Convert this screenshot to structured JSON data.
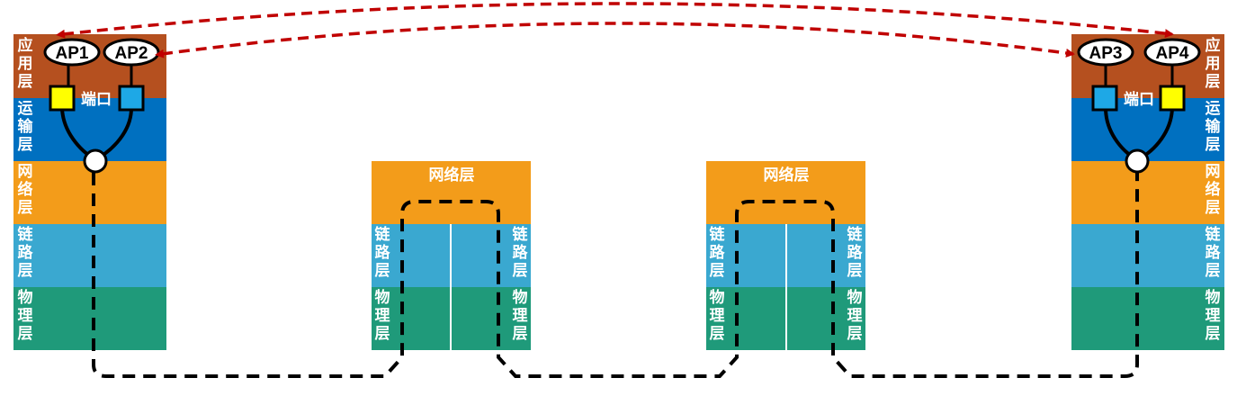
{
  "colors": {
    "application": "#b5501f",
    "transport": "#0070c0",
    "network": "#f39c1a",
    "link": "#3aa8d0",
    "physical": "#1f9a7a",
    "port_yellow": "#ffff00",
    "port_blue": "#1ea8e6",
    "red_arrow": "#c00000"
  },
  "hosts": {
    "left": {
      "layers": [
        "应用层",
        "运输层",
        "网络层",
        "链路层",
        "物理层"
      ],
      "ap_left": "AP1",
      "ap_right": "AP2",
      "port_label": "端口"
    },
    "right": {
      "layers": [
        "应用层",
        "运输层",
        "网络层",
        "链路层",
        "物理层"
      ],
      "ap_left": "AP3",
      "ap_right": "AP4",
      "port_label": "端口"
    }
  },
  "routers": [
    {
      "network_label": "网络层",
      "link_left": "链路层",
      "link_right": "链路层",
      "phys_left": "物理层",
      "phys_right": "物理层"
    },
    {
      "network_label": "网络层",
      "link_left": "链路层",
      "link_right": "链路层",
      "phys_left": "物理层",
      "phys_right": "物理层"
    }
  ]
}
